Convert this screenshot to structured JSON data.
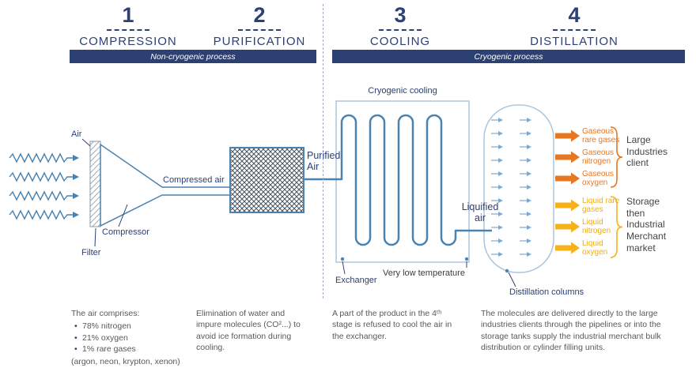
{
  "stages": [
    {
      "number": "1",
      "title": "COMPRESSION"
    },
    {
      "number": "2",
      "title": "PURIFICATION"
    },
    {
      "number": "3",
      "title": "COOLING"
    },
    {
      "number": "4",
      "title": "DISTILLATION"
    }
  ],
  "bands": [
    {
      "label": "Non-cryogenic process"
    },
    {
      "label": "Cryogenic process"
    }
  ],
  "labels": {
    "air": "Air",
    "filter": "Filter",
    "compressor": "Compressor",
    "compressed_air": "Compressed air",
    "purified_air": "Purified Air",
    "cryogenic_cooling": "Cryogenic cooling",
    "exchanger": "Exchanger",
    "very_low_temperature": "Very low temperature",
    "liquified_air": "Liquified air",
    "distillation_columns": "Distillation columns"
  },
  "outputs": {
    "gaseous": [
      "Gaseous rare gases",
      "Gaseous nitrogen",
      "Gaseous oxygen"
    ],
    "gaseous_client": "Large Industries client",
    "liquid": [
      "Liquid rare gases",
      "Liquid nitrogen",
      "Liquid oxygen"
    ],
    "liquid_client": "Storage then Industrial Merchant market"
  },
  "notes": {
    "compression": {
      "title": "The air comprises:",
      "items": [
        "78% nitrogen",
        "21% oxygen",
        "1% rare gases"
      ],
      "footnote": "(argon, neon, krypton, xenon)"
    },
    "purification": "Elimination of water and impure molecules (CO²...) to avoid ice formation during cooling.",
    "cooling": "A part of the product in the 4ᵗʰ stage is refused to cool the air in the exchanger.",
    "distillation": "The molecules are delivered directly to the large industries clients through the pipelines or into the storage tanks supply the industrial merchant bulk distribution or cylinder filling units."
  },
  "colors": {
    "navy": "#2c4077",
    "pipe_blue": "#4a82b0",
    "light_blue": "#aac5dd",
    "orange": "#e87722",
    "yellow": "#f7b219",
    "gray_text": "#58595b"
  }
}
